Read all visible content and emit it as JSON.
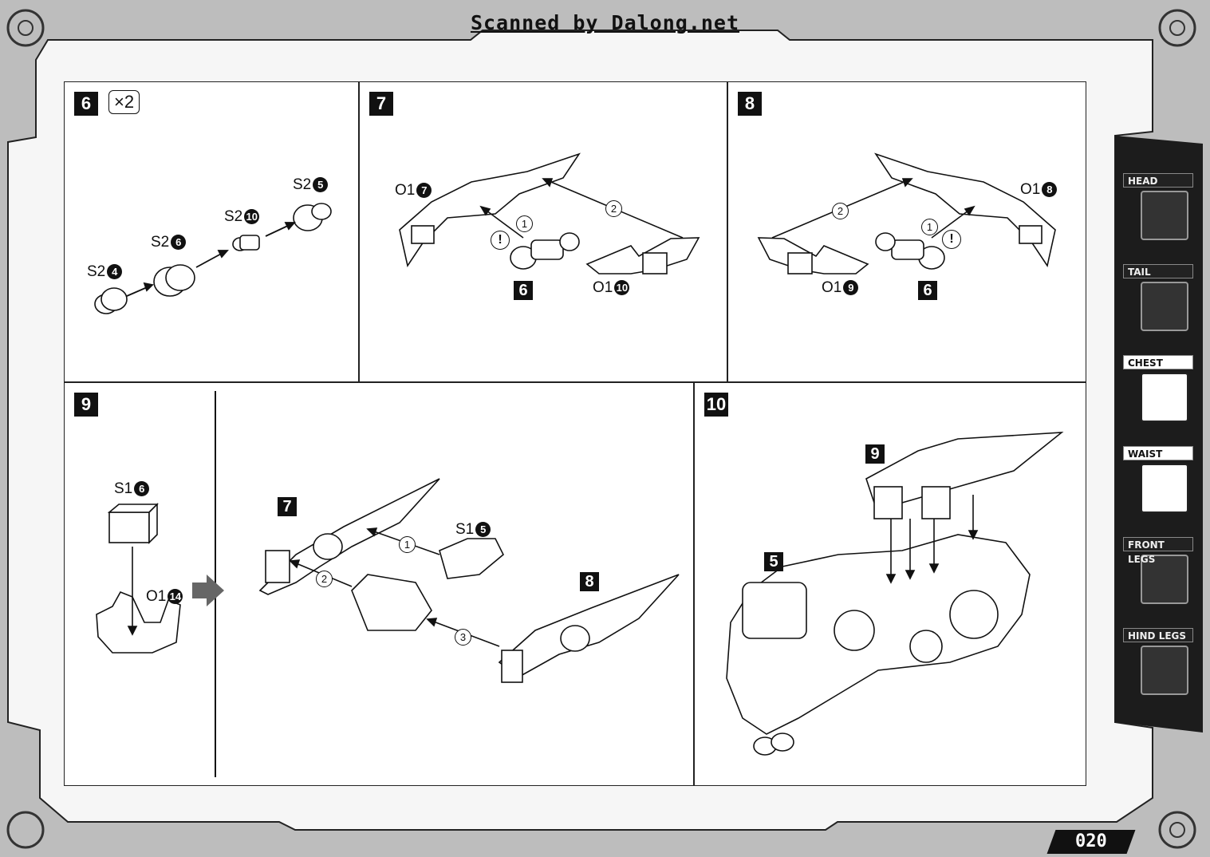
{
  "header": {
    "scan_credit": "Scanned by Dalong.net"
  },
  "steps": {
    "s6": {
      "number": "6",
      "multiplier": "×2",
      "parts": [
        {
          "code": "S2",
          "num": "4"
        },
        {
          "code": "S2",
          "num": "6"
        },
        {
          "code": "S2",
          "num": "10"
        },
        {
          "code": "S2",
          "num": "5"
        }
      ]
    },
    "s7": {
      "number": "7",
      "sub_ref": "6",
      "arrows": [
        "1",
        "2"
      ],
      "warn": "!",
      "parts": [
        {
          "code": "O1",
          "num": "7"
        },
        {
          "code": "O1",
          "num": "10"
        }
      ]
    },
    "s8": {
      "number": "8",
      "sub_ref": "6",
      "arrows": [
        "1",
        "2"
      ],
      "warn": "!",
      "parts": [
        {
          "code": "O1",
          "num": "8"
        },
        {
          "code": "O1",
          "num": "9"
        }
      ]
    },
    "s9": {
      "number": "9",
      "ref_a": "7",
      "ref_b": "8",
      "arrows": [
        "1",
        "2",
        "3"
      ],
      "parts": [
        {
          "code": "S1",
          "num": "6"
        },
        {
          "code": "O1",
          "num": "14"
        },
        {
          "code": "S1",
          "num": "5"
        }
      ]
    },
    "s10": {
      "number": "10",
      "ref_top": "9",
      "ref_body": "5"
    }
  },
  "side_tabs": [
    {
      "label": "HEAD",
      "active": false,
      "icon": "head-icon"
    },
    {
      "label": "TAIL",
      "active": false,
      "icon": "tail-icon"
    },
    {
      "label": "CHEST",
      "active": true,
      "icon": "chest-icon"
    },
    {
      "label": "WAIST",
      "active": true,
      "icon": "waist-icon"
    },
    {
      "label": "FRONT LEGS",
      "active": false,
      "icon": "front-legs-icon"
    },
    {
      "label": "HIND LEGS",
      "active": false,
      "icon": "hind-legs-icon"
    }
  ],
  "footer": {
    "page_number": "020"
  }
}
